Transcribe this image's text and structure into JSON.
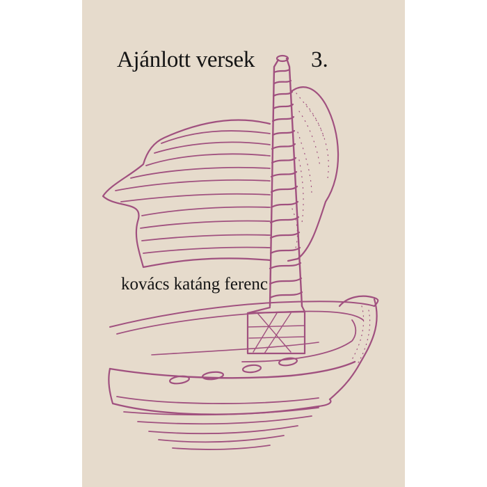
{
  "cover": {
    "title": "Ajánlott versek",
    "volume": "3.",
    "author": "kovács katáng ferenc",
    "illustration": "sailing-ship-drawing"
  },
  "colors": {
    "background": "#e6dbcc",
    "ink": "#a0507f",
    "text": "#141414"
  }
}
